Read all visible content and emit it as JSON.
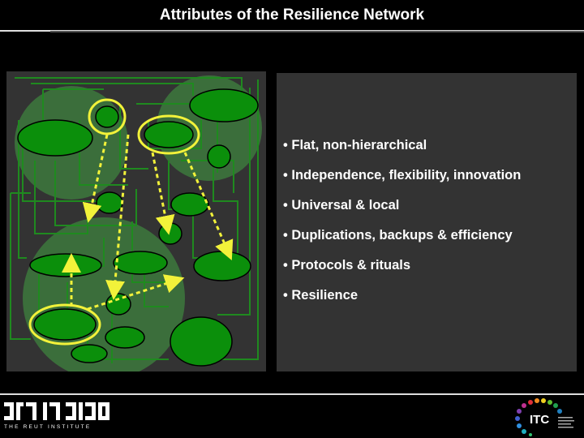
{
  "header": {
    "title": "Attributes of the Resilience Network"
  },
  "bullets": [
    "• Flat, non-hierarchical",
    "• Independence, flexibility, innovation",
    "• Universal & local",
    "• Duplications, backups & efficiency",
    "• Protocols & rituals",
    "• Resilience"
  ],
  "logos": {
    "reut_hebrew": "מכון ראות",
    "reut_english": "THE REUT INSTITUTE",
    "itc": "ITC"
  },
  "colors": {
    "node_fill": "#0b8f0b",
    "cluster_fill": "#3a7a3a",
    "highlight": "#f2f23a",
    "panel": "#333333"
  }
}
